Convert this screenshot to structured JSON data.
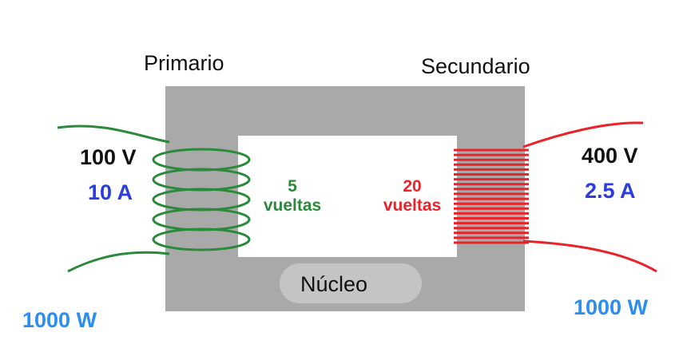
{
  "colors": {
    "core": "#a9a9a9",
    "core_label_bg": "#c4c4c4",
    "primary_wire": "#2a8a3a",
    "secondary_wire": "#e8232a",
    "voltage_text": "#111111",
    "current_text": "#2a3de0",
    "power_text": "#2a8ff0"
  },
  "labels": {
    "primary_title": "Primario",
    "secondary_title": "Secundario",
    "core_label": "Núcleo"
  },
  "primary": {
    "voltage": "100 V",
    "current": "10 A",
    "power": "1000 W",
    "turns_count": "5",
    "turns_word": "vueltas"
  },
  "secondary": {
    "voltage": "400 V",
    "current": "2.5 A",
    "power": "1000 W",
    "turns_count": "20",
    "turns_word": "vueltas"
  }
}
